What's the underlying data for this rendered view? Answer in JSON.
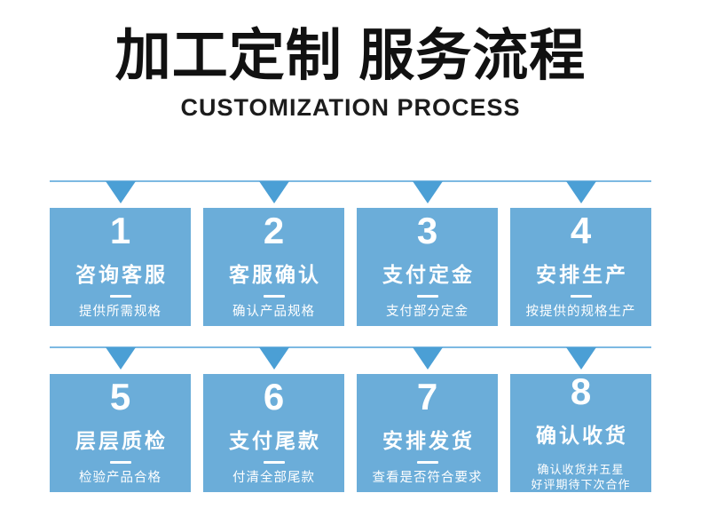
{
  "header": {
    "title": "加工定制 服务流程",
    "subtitle": "CUSTOMIZATION PROCESS"
  },
  "colors": {
    "box": "#6badd9",
    "arrow": "#4b9fd5",
    "line": "#7db9e2",
    "title": "#111111"
  },
  "steps": [
    {
      "num": "1",
      "title": "咨询客服",
      "desc": "提供所需规格"
    },
    {
      "num": "2",
      "title": "客服确认",
      "desc": "确认产品规格"
    },
    {
      "num": "3",
      "title": "支付定金",
      "desc": "支付部分定金"
    },
    {
      "num": "4",
      "title": "安排生产",
      "desc": "按提供的规格生产"
    },
    {
      "num": "5",
      "title": "层层质检",
      "desc": "检验产品合格"
    },
    {
      "num": "6",
      "title": "支付尾款",
      "desc": "付清全部尾款"
    },
    {
      "num": "7",
      "title": "安排发货",
      "desc": "查看是否符合要求"
    },
    {
      "num": "8",
      "title": "确认收货",
      "desc": "确认收货并五星",
      "desc2": "好评期待下次合作"
    }
  ]
}
